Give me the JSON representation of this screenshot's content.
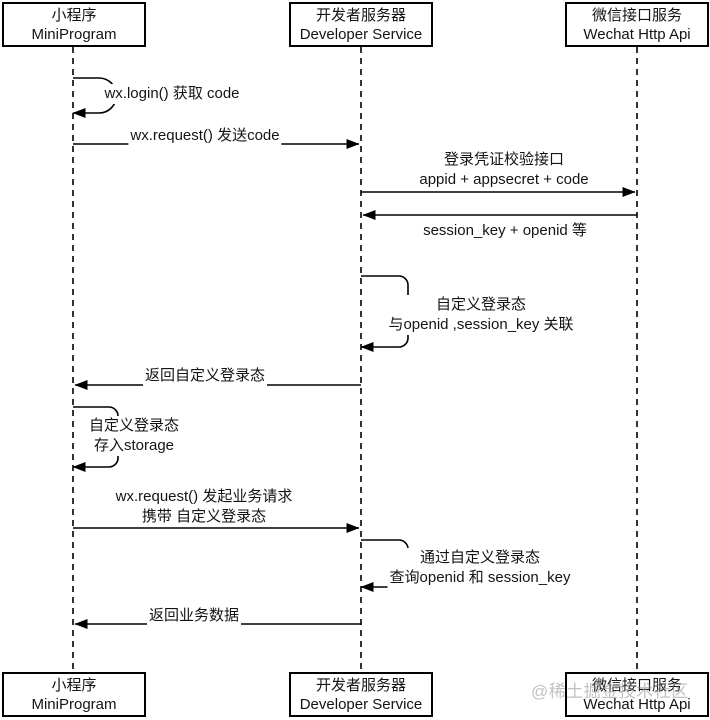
{
  "diagram": {
    "type": "sequence",
    "participants": [
      {
        "id": "miniprogram",
        "lines": [
          "小程序",
          "MiniProgram"
        ]
      },
      {
        "id": "developer-service",
        "lines": [
          "开发者服务器",
          "Developer Service"
        ]
      },
      {
        "id": "wechat-api",
        "lines": [
          "微信接口服务",
          "Wechat Http Api"
        ]
      }
    ],
    "messages": [
      {
        "kind": "self",
        "from": "miniprogram",
        "to": "miniprogram",
        "lines": [
          "wx.login() 获取 code"
        ]
      },
      {
        "kind": "arrow",
        "from": "miniprogram",
        "to": "developer-service",
        "lines": [
          "wx.request() 发送code"
        ]
      },
      {
        "kind": "arrow",
        "from": "developer-service",
        "to": "wechat-api",
        "lines": [
          "登录凭证校验接口",
          "appid + appsecret + code"
        ]
      },
      {
        "kind": "arrow",
        "from": "wechat-api",
        "to": "developer-service",
        "lines": [
          "session_key + openid 等"
        ]
      },
      {
        "kind": "self",
        "from": "developer-service",
        "to": "developer-service",
        "lines": [
          "自定义登录态",
          "与openid ,session_key 关联"
        ]
      },
      {
        "kind": "arrow",
        "from": "developer-service",
        "to": "miniprogram",
        "lines": [
          "返回自定义登录态"
        ]
      },
      {
        "kind": "self",
        "from": "miniprogram",
        "to": "miniprogram",
        "lines": [
          "自定义登录态",
          "存入storage"
        ]
      },
      {
        "kind": "arrow",
        "from": "miniprogram",
        "to": "developer-service",
        "lines": [
          "wx.request() 发起业务请求",
          "携带 自定义登录态"
        ]
      },
      {
        "kind": "self",
        "from": "developer-service",
        "to": "developer-service",
        "lines": [
          "通过自定义登录态",
          "查询openid 和 session_key"
        ]
      },
      {
        "kind": "arrow",
        "from": "developer-service",
        "to": "miniprogram",
        "lines": [
          "返回业务数据"
        ]
      }
    ],
    "watermark": "@稀土掘金技术社区",
    "colors": {
      "line": "#000000",
      "background": "#ffffff",
      "watermark": "#8f8f8f"
    }
  }
}
